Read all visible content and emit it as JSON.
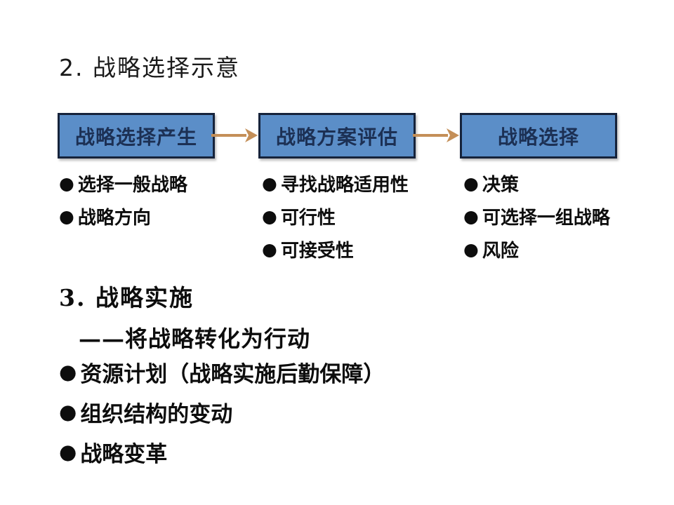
{
  "title": "2. 战略选择示意",
  "bullet_char": "●",
  "colors": {
    "background": "#ffffff",
    "box_fill": "#5b8ec8",
    "box_border": "#16233b",
    "box_text": "#1c3054",
    "arrow": "#c48f58",
    "body_text": "#0d0d0d"
  },
  "flow": {
    "boxes": [
      {
        "label": "战略选择产生",
        "bullets": [
          "选择一般战略",
          "战略方向"
        ]
      },
      {
        "label": "战略方案评估",
        "bullets": [
          "寻找战略适用性",
          "可行性",
          "可接受性"
        ]
      },
      {
        "label": "战略选择",
        "bullets": [
          "决策",
          "可选择一组战略",
          "风险"
        ]
      }
    ]
  },
  "section3": {
    "heading": "3. 战略实施",
    "subline": "——将战略转化为行动",
    "bullets": [
      "资源计划（战略实施后勤保障）",
      "组织结构的变动",
      "战略变革"
    ]
  }
}
